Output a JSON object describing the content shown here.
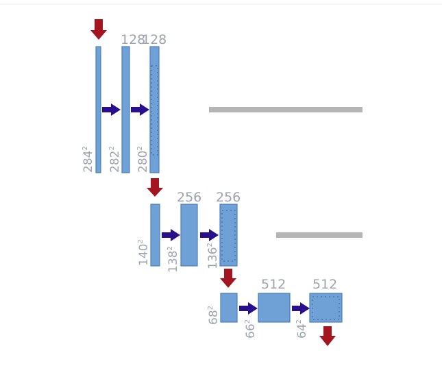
{
  "diagram": {
    "level1": {
      "channels": [
        "128",
        "128"
      ],
      "sizes": [
        "284",
        "282",
        "280"
      ]
    },
    "level2": {
      "channels": [
        "256",
        "256"
      ],
      "sizes": [
        "140",
        "138",
        "136"
      ]
    },
    "level3": {
      "channels": [
        "512",
        "512"
      ],
      "sizes": [
        "68",
        "66",
        "64"
      ]
    },
    "superscript": "2",
    "colors": {
      "feature_map": "#6fa0d6",
      "conv_arrow": "#2a0f8c",
      "pool_arrow": "#a31620",
      "crop_bar": "#b5b5b5",
      "label": "#9da3ad"
    }
  }
}
